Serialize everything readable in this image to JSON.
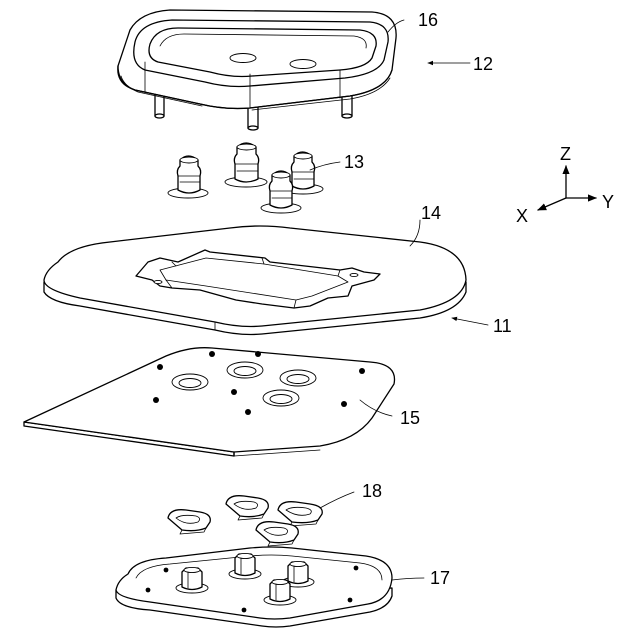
{
  "labels": {
    "part_16": "16",
    "part_12": "12",
    "part_13": "13",
    "part_14": "14",
    "part_11": "11",
    "part_15": "15",
    "part_18": "18",
    "part_17": "17"
  },
  "axes": {
    "z": "Z",
    "x": "X",
    "y": "Y"
  }
}
